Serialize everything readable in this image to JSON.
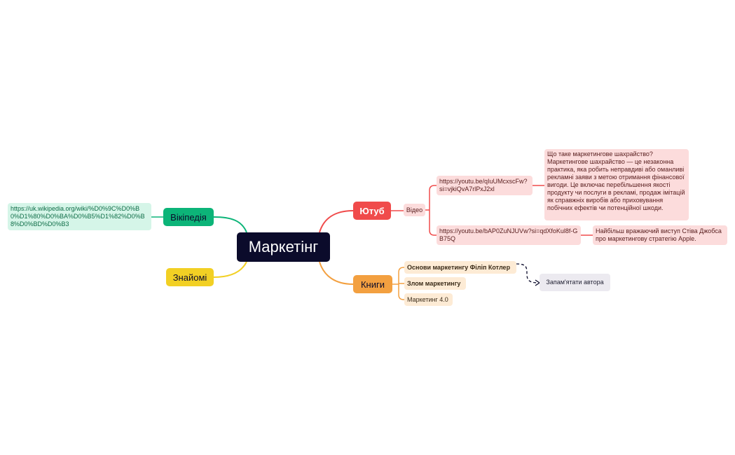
{
  "root": {
    "title": "Маркетінг",
    "color": "#0b0b2b"
  },
  "branches": {
    "wiki": {
      "label": "Вікіпедія",
      "color": "#0cb478",
      "url": "https://uk.wikipedia.org/wiki/%D0%9C%D0%B0%D1%80%D0%BA%D0%B5%D1%82%D0%B8%D0%BD%D0%B3"
    },
    "known": {
      "label": "Знайомі",
      "color": "#f2d024"
    },
    "youtube": {
      "label": "Ютуб",
      "color": "#f04b4b",
      "video_label": "Відео",
      "videos": [
        {
          "url": "https://youtu.be/qIuUMcxscFw?si=vjkiQvA7rlPxJ2xl",
          "note": "Що таке маркетингове шахрайство? Маркетингове шахрайство — це незаконна практика, яка робить неправдиві або оманливі рекламні заяви з метою отримання фінансової вигоди. Це включає перебільшення якості продукту чи послуги в рекламі, продаж імітацій як справжніх виробів або приховування побічних ефектів чи потенційної шкоди."
        },
        {
          "url": "https://youtu.be/bAP0ZuNJUVw?si=qdXfoKul8f-GB75Q",
          "note": "Найбільш вражаючий виступ Стіва Джобса про маркетингову стратегію Apple."
        }
      ]
    },
    "books": {
      "label": "Книги",
      "color": "#f3a040",
      "items": [
        "Основи маркетингу Філіп Котлер",
        "Злом маркетингу",
        "Маркетинг 4.0"
      ],
      "note": "Запам'ятати автора"
    }
  }
}
